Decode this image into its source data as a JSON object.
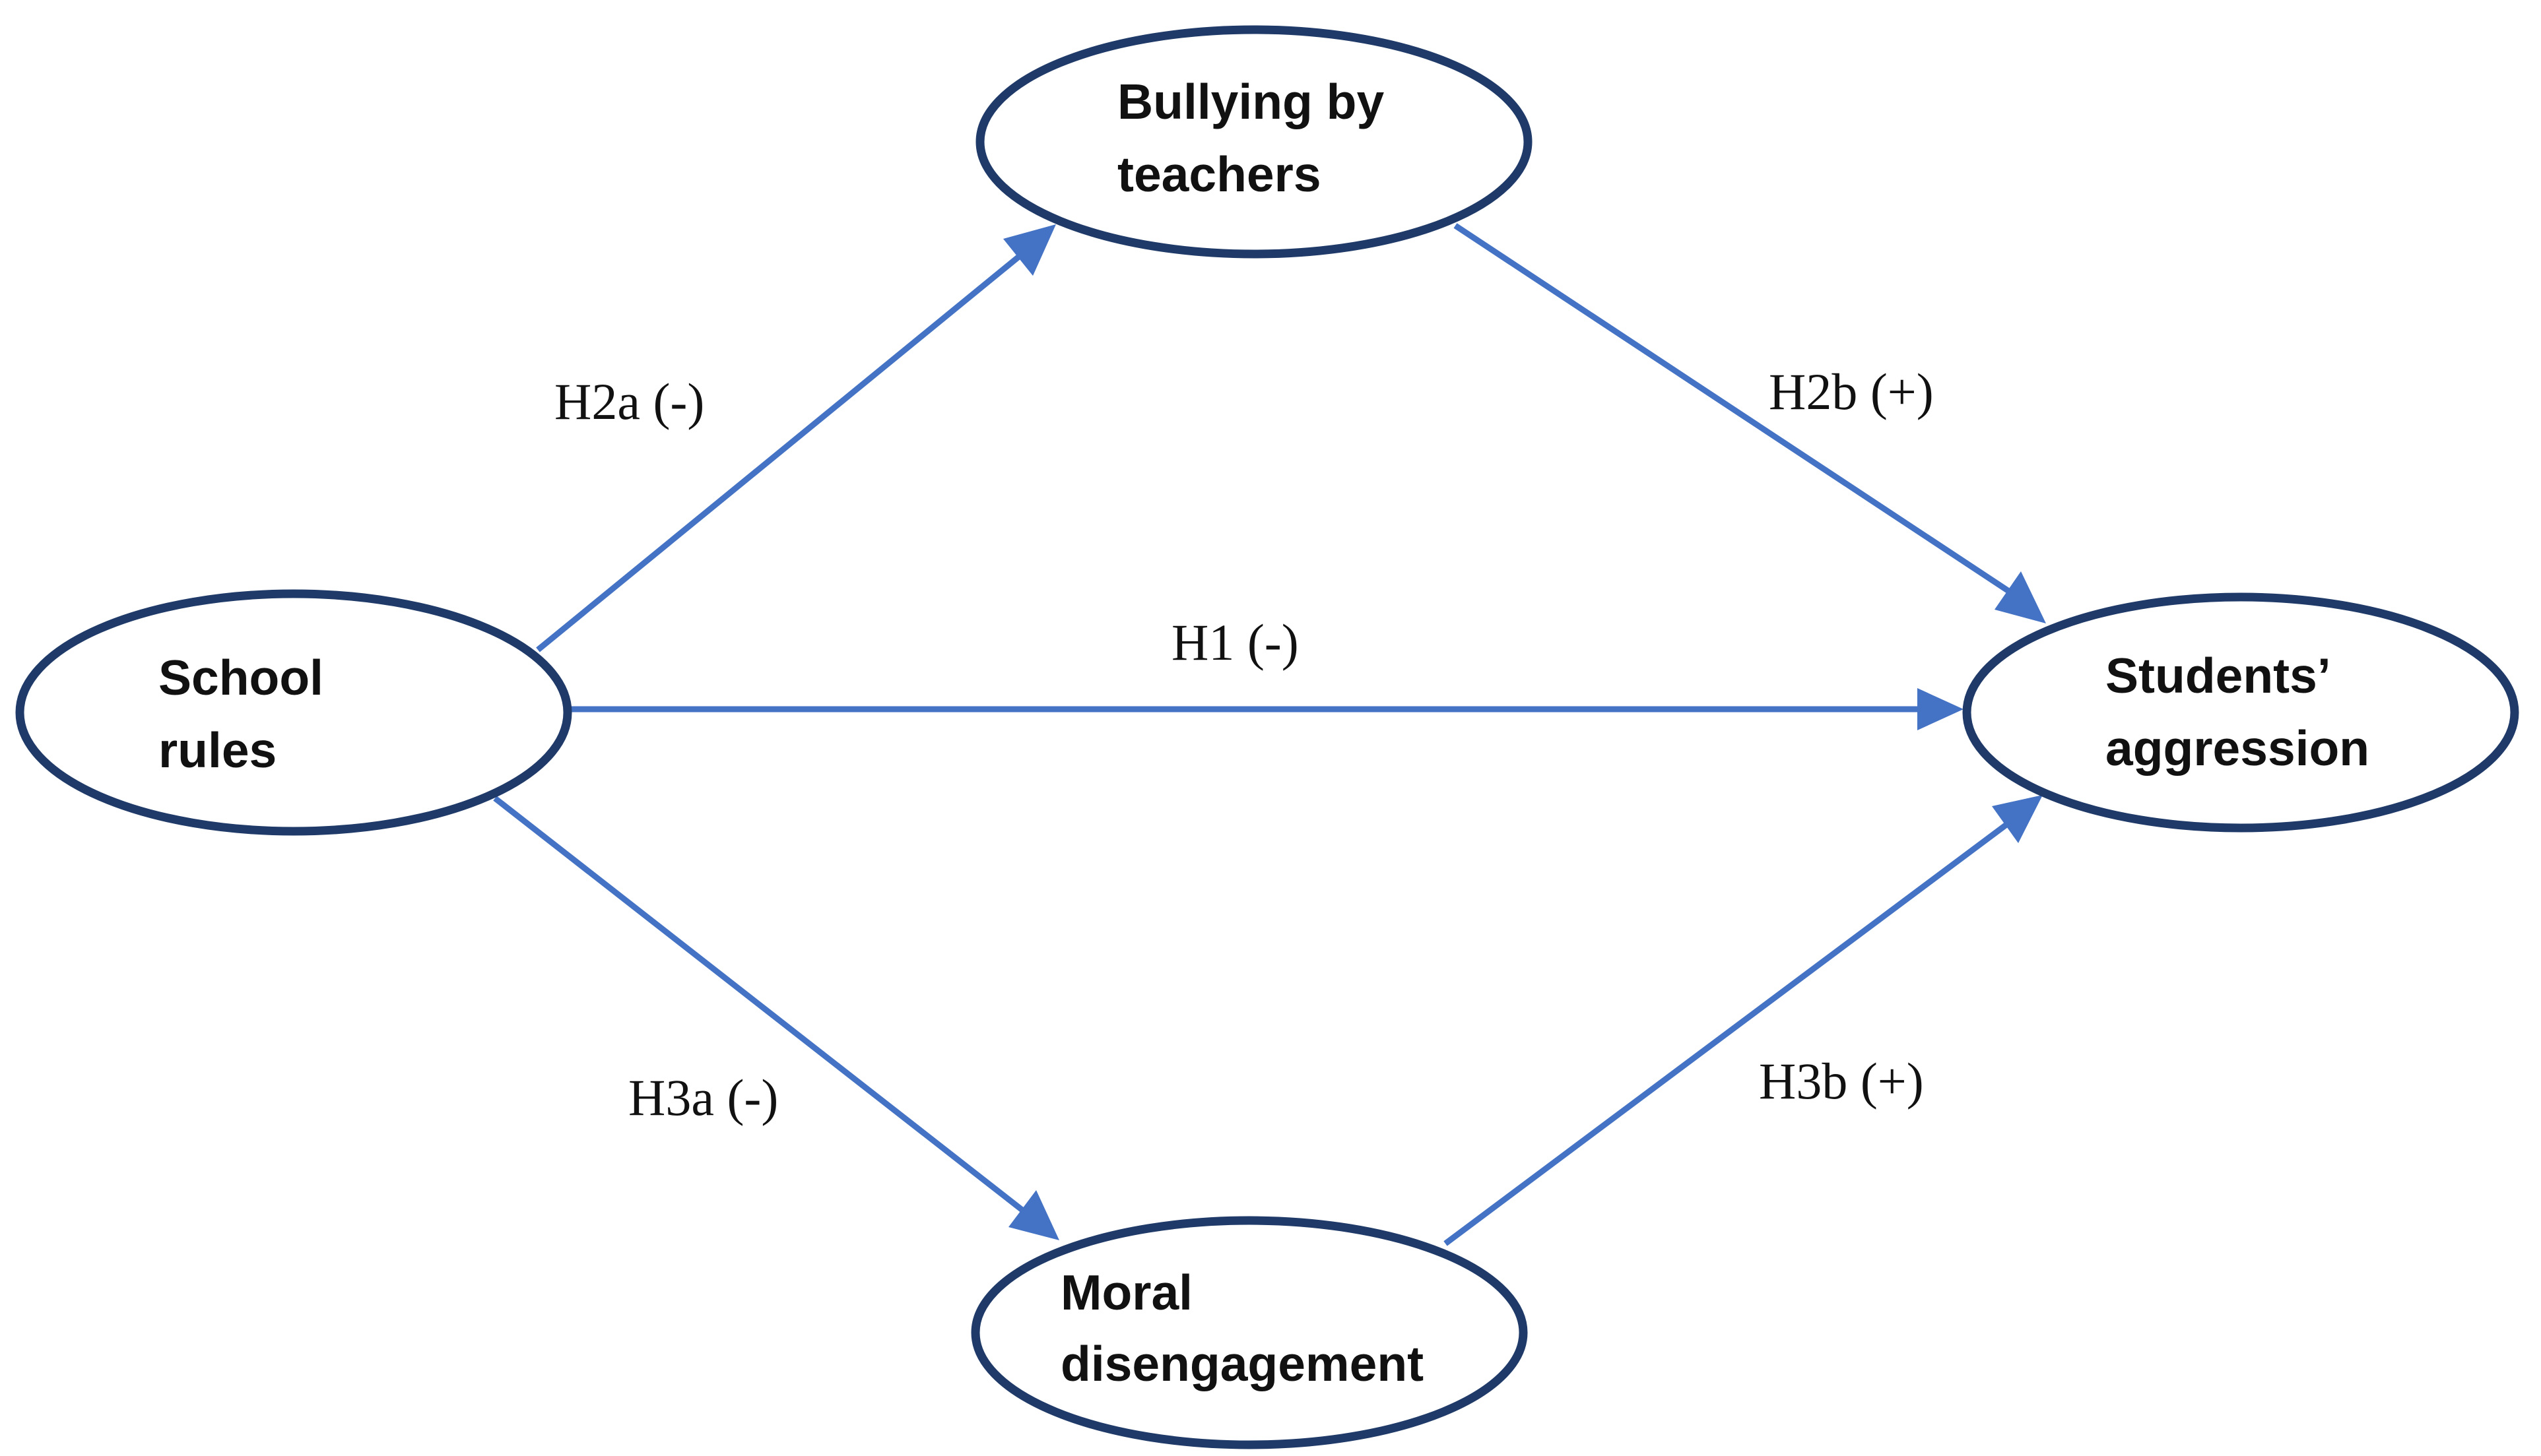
{
  "diagram": {
    "nodes": {
      "school_rules": {
        "line1": "School",
        "line2": "rules"
      },
      "bullying": {
        "line1": "Bullying by",
        "line2": "teachers"
      },
      "aggression": {
        "line1": "Students’",
        "line2": "aggression"
      },
      "moral": {
        "line1": "Moral",
        "line2": "disengagement"
      }
    },
    "edges": {
      "h1": {
        "label": "H1 (-)",
        "from": "School rules",
        "to": "Students’ aggression"
      },
      "h2a": {
        "label": "H2a (-)",
        "from": "School rules",
        "to": "Bullying by teachers"
      },
      "h2b": {
        "label": "H2b (+)",
        "from": "Bullying by teachers",
        "to": "Students’ aggression"
      },
      "h3a": {
        "label": "H3a (-)",
        "from": "School rules",
        "to": "Moral disengagement"
      },
      "h3b": {
        "label": "H3b (+)",
        "from": "Moral disengagement",
        "to": "Students’ aggression"
      }
    },
    "colors": {
      "node_outline": "#1f3a68",
      "arrow": "#4472c4",
      "text": "#111111",
      "background": "#ffffff"
    }
  }
}
